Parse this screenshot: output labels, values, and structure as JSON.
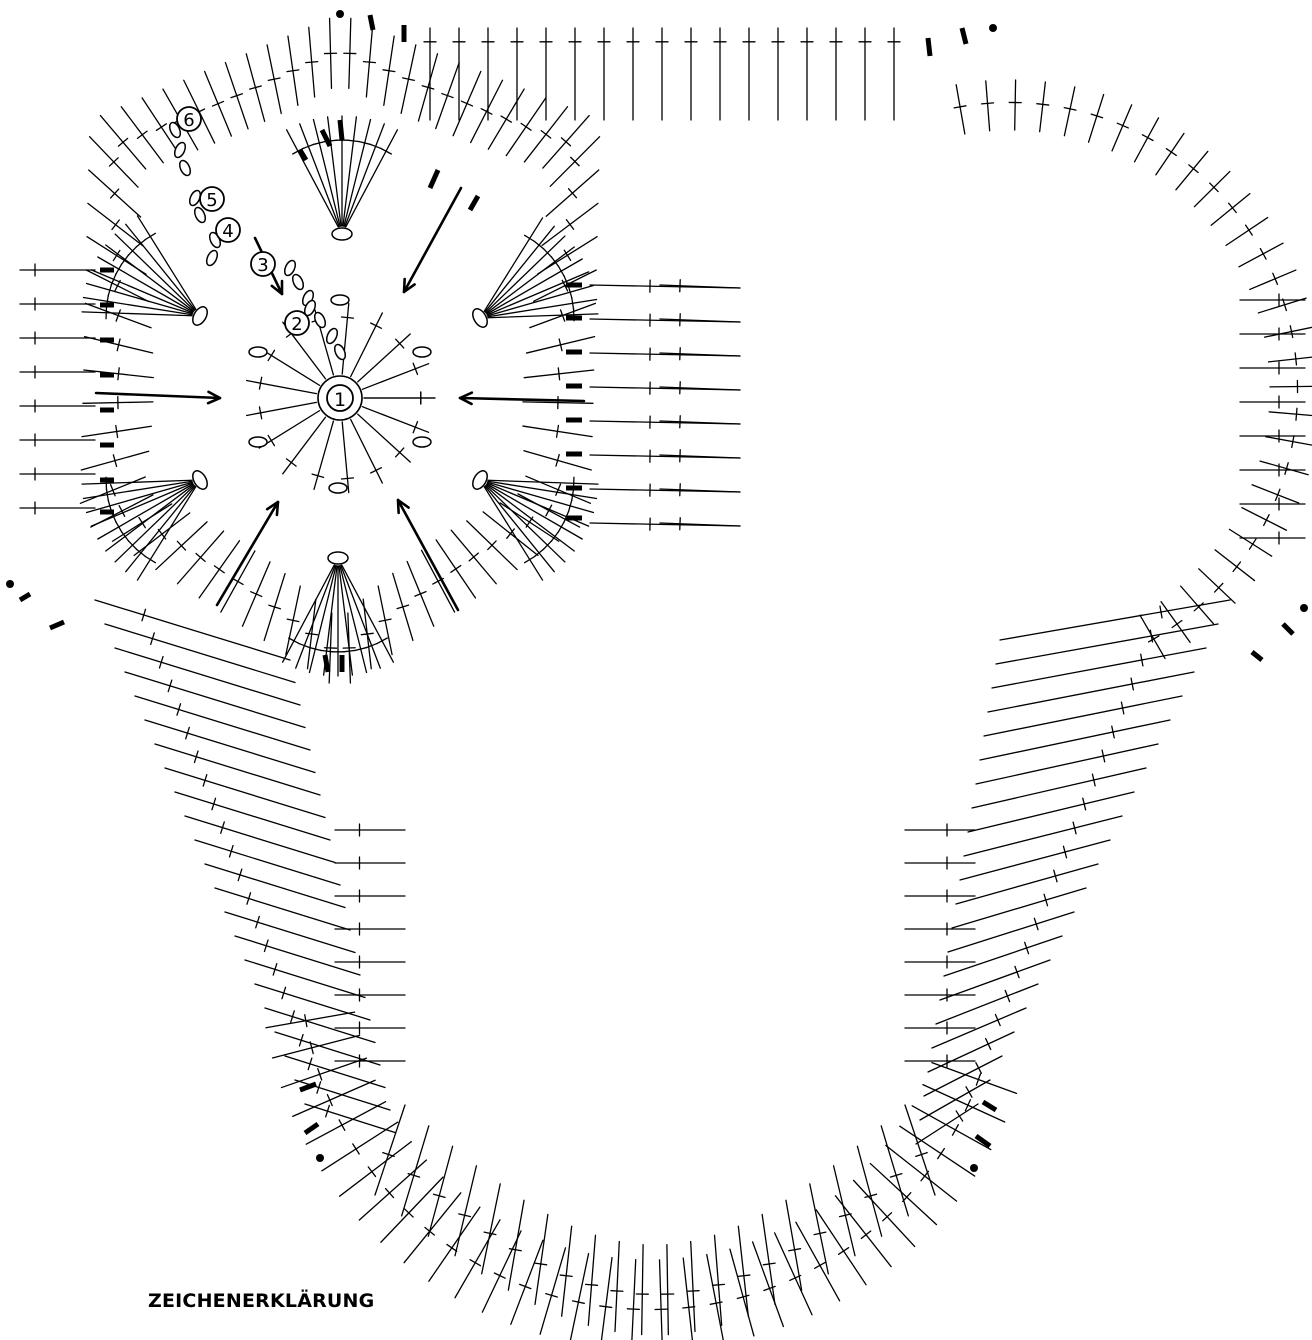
{
  "diagram": {
    "round_labels": [
      "1",
      "2",
      "3",
      "4",
      "5",
      "6"
    ],
    "legend_heading": "ZEICHENERKLÄRUNG",
    "colors": {
      "ink": "#000000",
      "background": "#ffffff"
    }
  }
}
